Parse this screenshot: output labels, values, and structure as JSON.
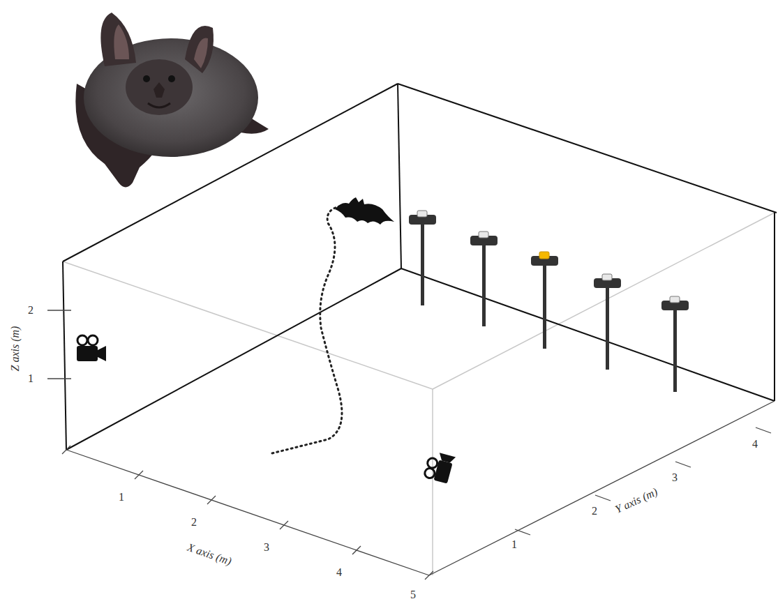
{
  "diagram": {
    "labels": [
      "Z axis (m)",
      "2",
      "1",
      "X axis (m)",
      "1",
      "2",
      "3",
      "4",
      "5",
      "Y axis (m)",
      "1",
      "2",
      "3",
      "4"
    ]
  }
}
